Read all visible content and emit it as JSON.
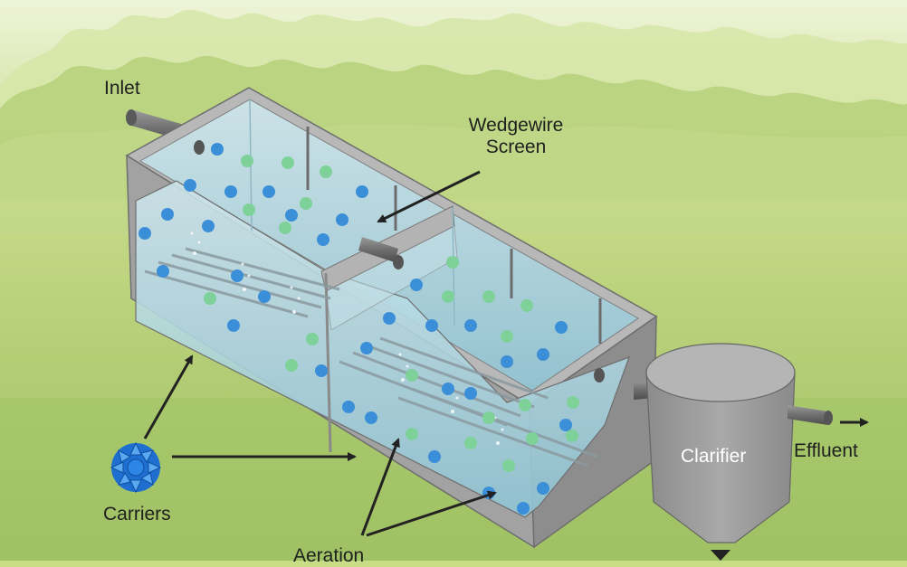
{
  "labels": {
    "inlet": "Inlet",
    "wedgewire_line1": "Wedgewire",
    "wedgewire_line2": "Screen",
    "carriers": "Carriers",
    "clarifier": "Clarifier",
    "effluent": "Effluent",
    "aeration": "Aeration"
  },
  "colors": {
    "sky_top": "#ffffff",
    "background_green": "#c9dc86",
    "ground_green": "#9fc064",
    "tree_light": "#d3e4a2",
    "tree_mid": "#a9c86e",
    "tank_concrete": "#a3a3a3",
    "tank_top_face": "#bdbdbd",
    "tank_dark": "#7a7a7a",
    "water": "#b7dce6",
    "carrier_blue": "#3b8fd8",
    "carrier_green": "#7fd19a",
    "arrow": "#222222"
  },
  "icons": [
    "carrier-media-icon",
    "arrow-icon"
  ]
}
